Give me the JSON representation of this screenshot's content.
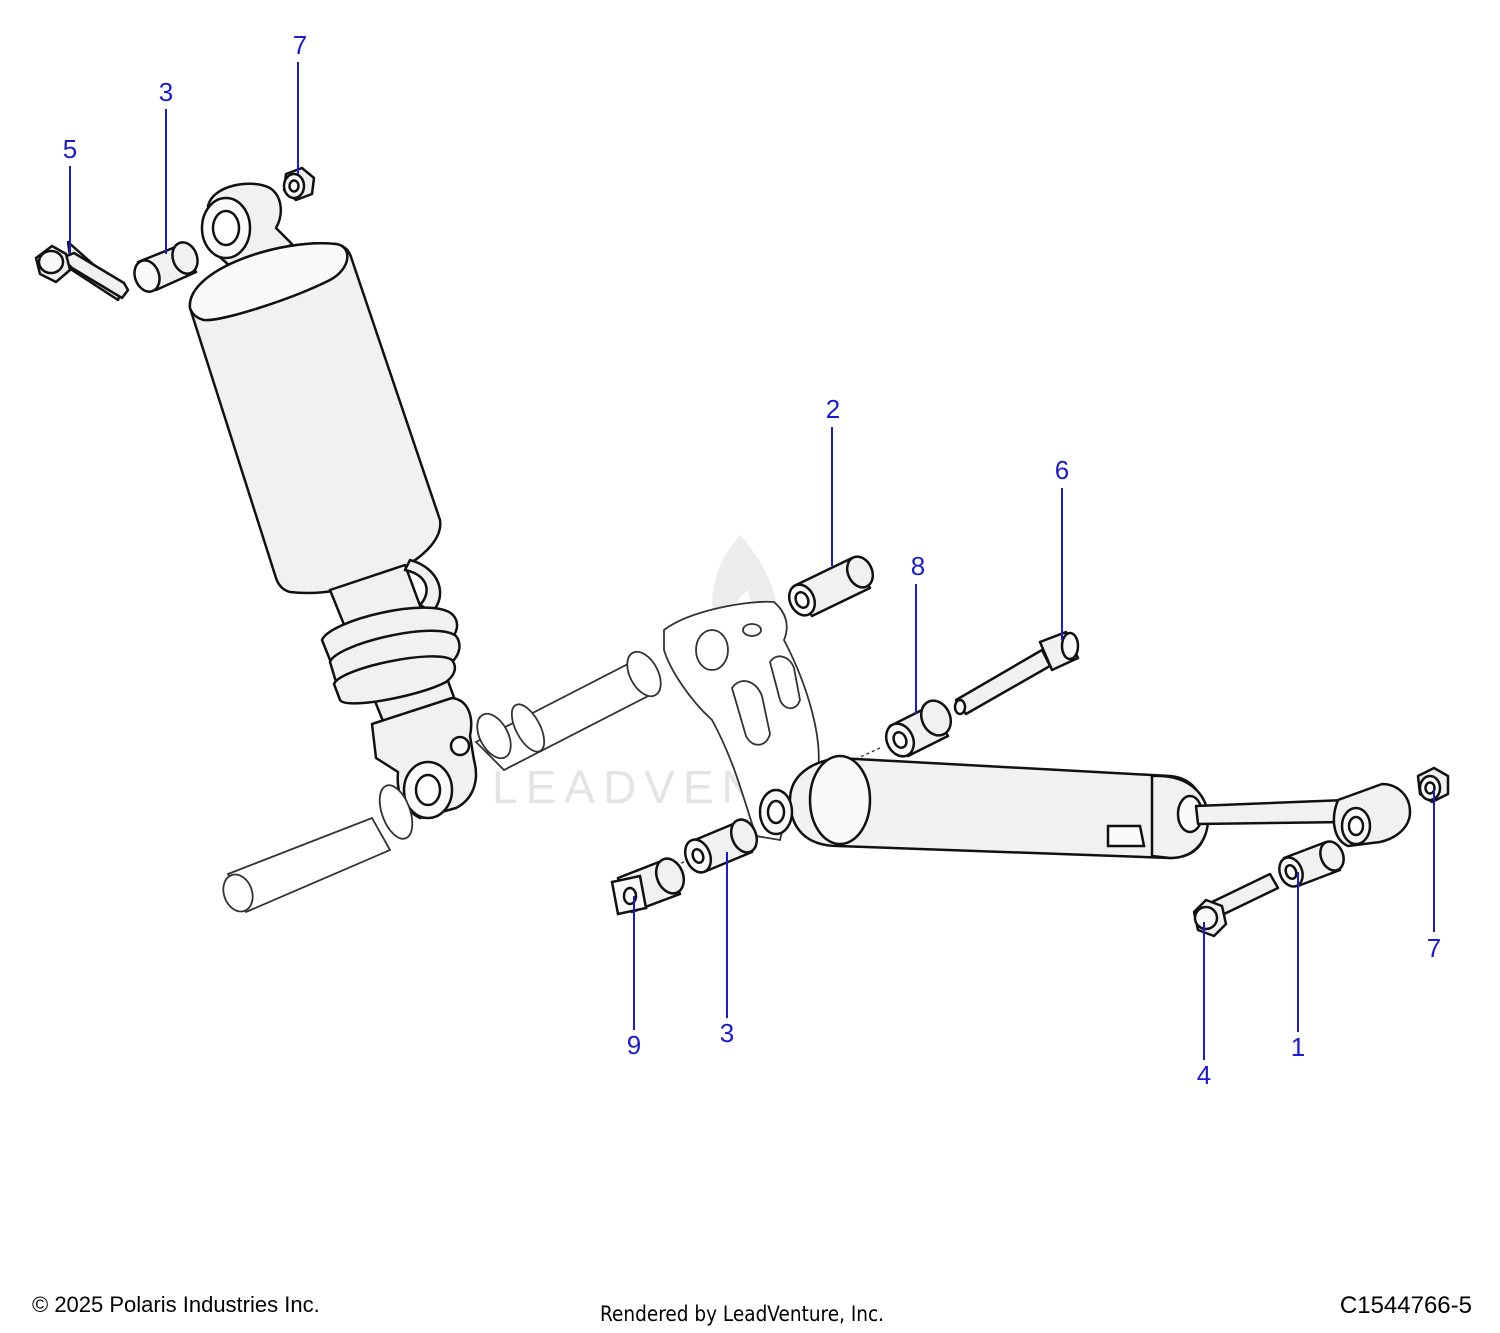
{
  "watermark": "LEADVENTURE",
  "callouts": {
    "c7_top": "7",
    "c3_top": "3",
    "c5": "5",
    "c2": "2",
    "c6": "6",
    "c8": "8",
    "c7_right": "7",
    "c9": "9",
    "c3_bottom": "3",
    "c4": "4",
    "c1": "1"
  },
  "footer": {
    "copyright": "© 2025 Polaris Industries Inc.",
    "rendered_by": "Rendered by LeadVenture, Inc.",
    "diagram_code": "C1544766-5"
  }
}
